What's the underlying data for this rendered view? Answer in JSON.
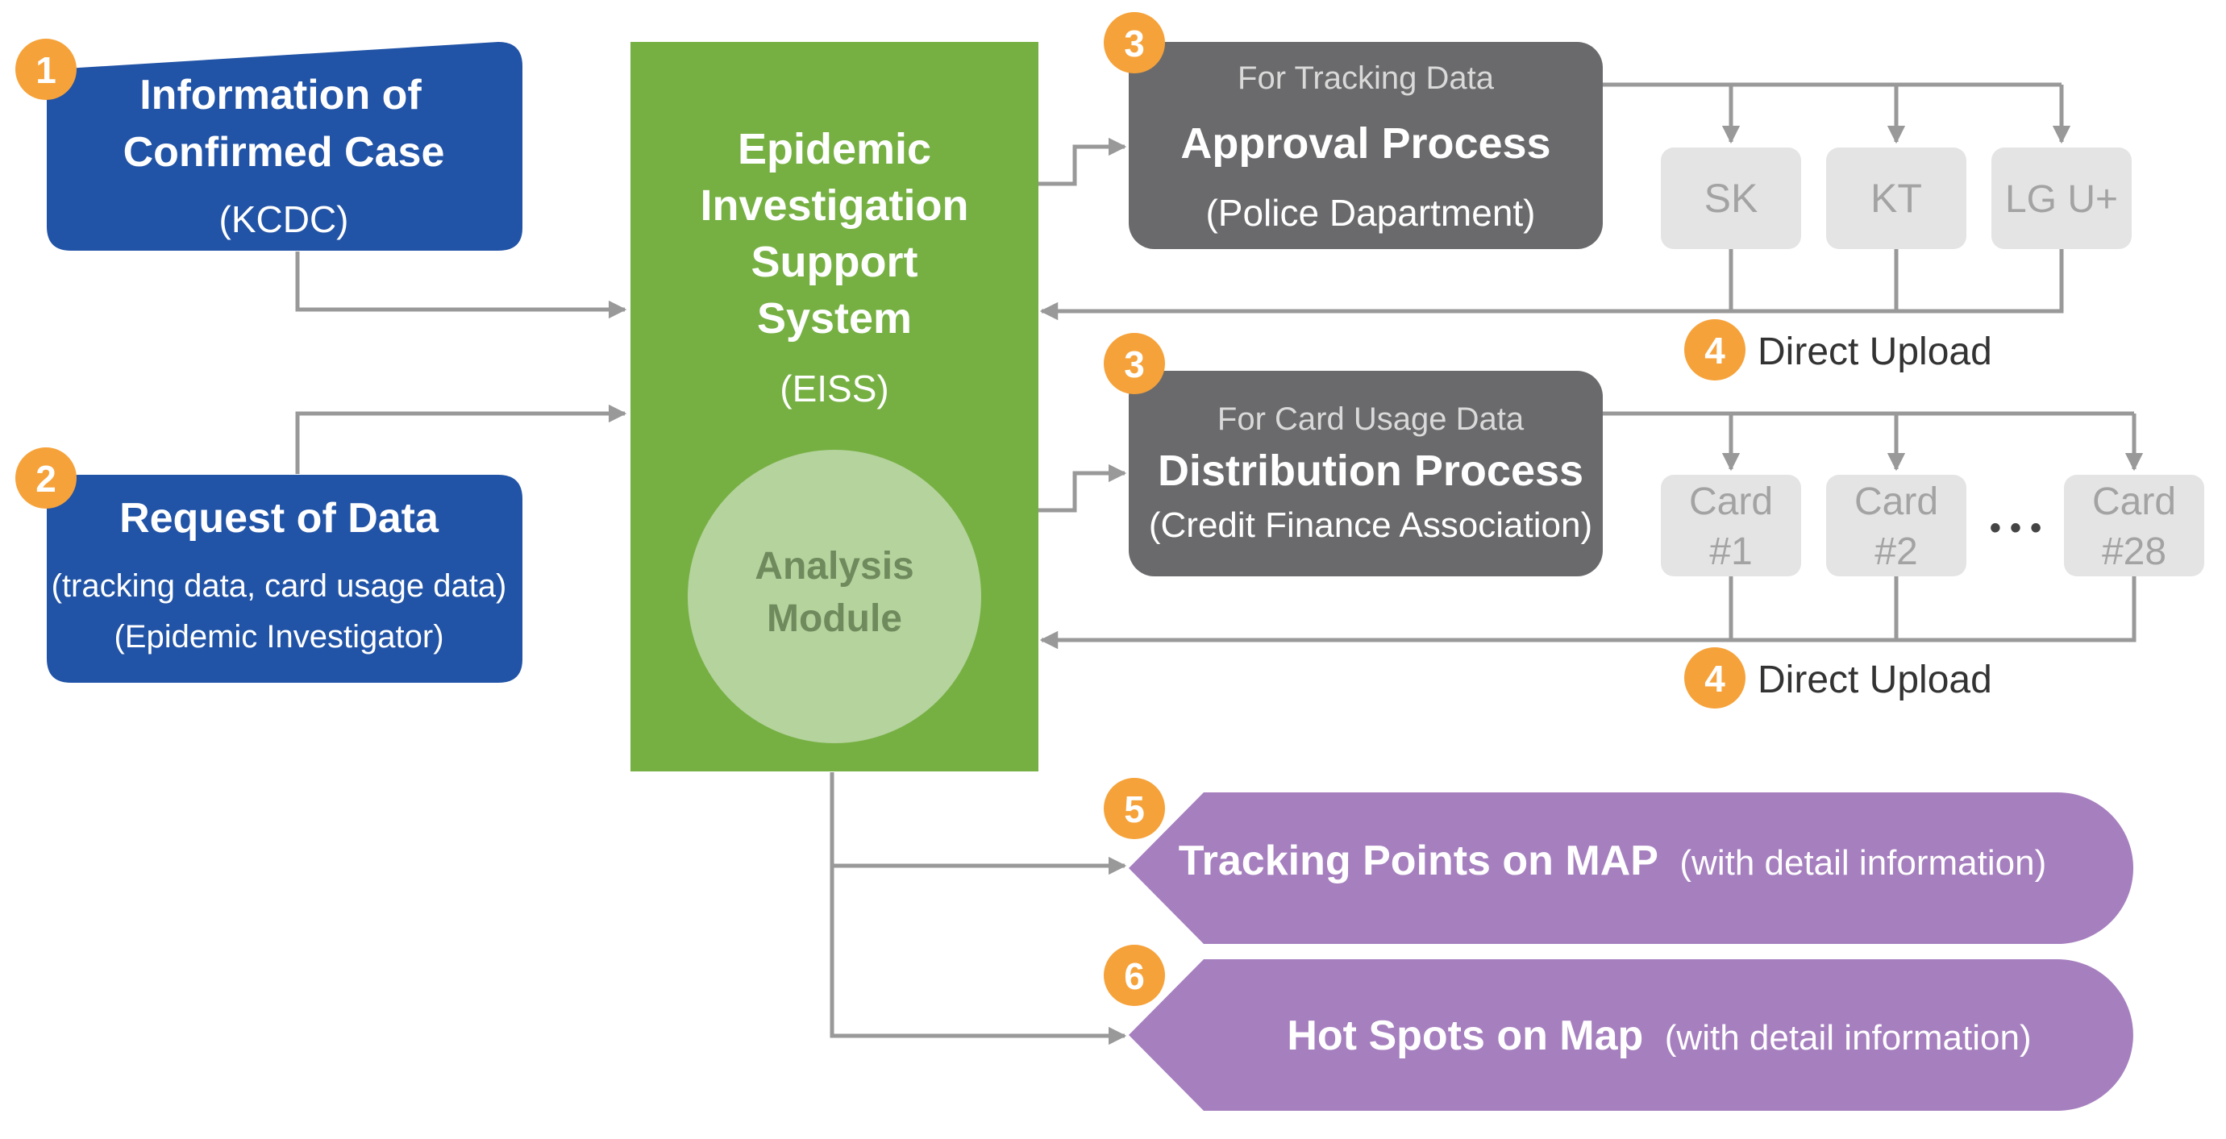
{
  "colors": {
    "blue": "#2153a6",
    "green": "#76b043",
    "green_light": "#b5d39d",
    "green_text": "#6f8a5c",
    "dark_gray": "#6a6a6c",
    "light_gray": "#e4e4e4",
    "light_gray_text": "#a3a3a3",
    "purple": "#a67fbf",
    "orange": "#f6a23a",
    "arrow": "#999999",
    "upload_text": "#333333"
  },
  "confirmed_case": {
    "badge": "1",
    "title_line1": "Information of",
    "title_line2": "Confirmed Case",
    "subtitle": "(KCDC)"
  },
  "request_data": {
    "badge": "2",
    "title": "Request of Data",
    "line1": "(tracking data, card usage data)",
    "line2": "(Epidemic Investigator)"
  },
  "eiss": {
    "title_line1": "Epidemic",
    "title_line2": "Investigation",
    "title_line3": "Support",
    "title_line4": "System",
    "abbr": "(EISS)",
    "module_line1": "Analysis",
    "module_line2": "Module"
  },
  "approval": {
    "badge": "3",
    "caption": "For Tracking Data",
    "title": "Approval Process",
    "subtitle": "(Police Dapartment)"
  },
  "telecoms": [
    "SK",
    "KT",
    "LG U+"
  ],
  "upload_tracking": {
    "badge": "4",
    "label": "Direct Upload"
  },
  "distribution": {
    "badge": "3",
    "caption": "For Card Usage Data",
    "title": "Distribution Process",
    "subtitle": "(Credit Finance Association)"
  },
  "cards": [
    {
      "line1": "Card",
      "line2": "#1"
    },
    {
      "line1": "Card",
      "line2": "#2"
    },
    {
      "line1": "Card",
      "line2": "#28"
    }
  ],
  "cards_ellipsis": "• • •",
  "upload_cards": {
    "badge": "4",
    "label": "Direct Upload"
  },
  "tracking_points": {
    "badge": "5",
    "title": "Tracking Points on MAP",
    "detail": "(with detail information)"
  },
  "hot_spots": {
    "badge": "6",
    "title": "Hot Spots on Map",
    "detail": "(with detail information)"
  }
}
